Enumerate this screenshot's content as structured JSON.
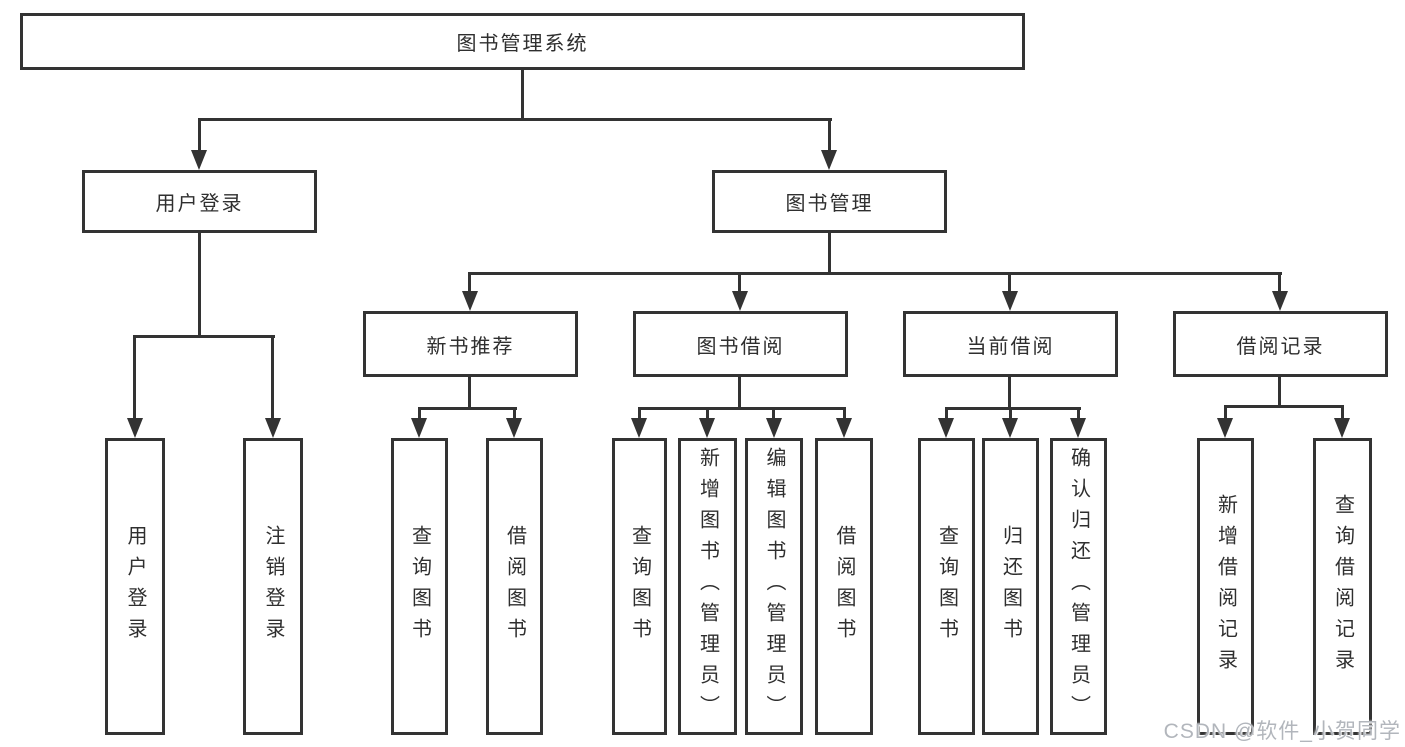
{
  "tree": {
    "root": {
      "label": "图书管理系统"
    },
    "level2": [
      {
        "label": "用户登录",
        "leaves": [
          "用户登录",
          "注销登录"
        ]
      },
      {
        "label": "图书管理",
        "groups": [
          {
            "label": "新书推荐",
            "leaves": [
              "查询图书",
              "借阅图书"
            ]
          },
          {
            "label": "图书借阅",
            "leaves": [
              "查询图书",
              "新增图书（管理员）",
              "编辑图书（管理员）",
              "借阅图书"
            ]
          },
          {
            "label": "当前借阅",
            "leaves": [
              "查询图书",
              "归还图书",
              "确认归还（管理员）"
            ]
          },
          {
            "label": "借阅记录",
            "leaves": [
              "新增借阅记录",
              "查询借阅记录"
            ]
          }
        ]
      }
    ]
  },
  "watermark": "CSDN @软件_小贺同学",
  "colors": {
    "line": "#333333",
    "box_border": "#333333",
    "text": "#2f2f2f",
    "background": "#ffffff",
    "watermark": "#b2b6bc"
  }
}
